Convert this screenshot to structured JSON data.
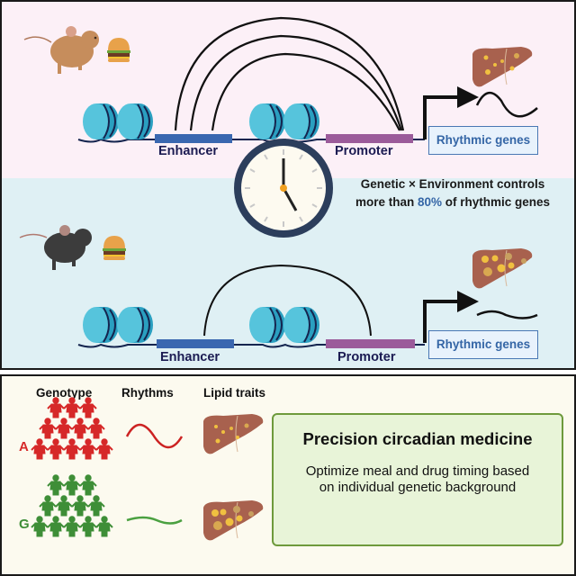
{
  "colors": {
    "top_panel_bg": "#fcf0f7",
    "middle_panel_bg": "#dff0f4",
    "bottom_panel_bg": "#fcfaef",
    "enhancer": "#3a67b0",
    "promoter": "#9b5b9a",
    "nucleosome": "#4ec0d8",
    "highlight_blue": "#3566a6",
    "genotype_A": "#d62828",
    "genotype_G": "#3e8e37",
    "box_green": "#e8f4d8"
  },
  "condition_1": {
    "mouse": "brown-mouse-icon",
    "food": "hamburger-icon",
    "enhancer_label": "Enhancer",
    "promoter_label": "Promoter",
    "output_label": "Rhythmic genes",
    "loops": 3,
    "rhythm": "high-amplitude",
    "liver": "liver-small-droplets-icon"
  },
  "condition_2": {
    "mouse": "black-mouse-icon",
    "food": "hamburger-icon",
    "enhancer_label": "Enhancer",
    "promoter_label": "Promoter",
    "output_label": "Rhythmic genes",
    "loops": 1,
    "rhythm": "low-amplitude",
    "liver": "liver-large-droplets-icon"
  },
  "clock": {
    "icon": "clock-icon",
    "time_shown": "5:00"
  },
  "claim": {
    "line1": "Genetic × Environment controls",
    "line2_prefix": "more than ",
    "line2_highlight": "80%",
    "line2_suffix": " of rhythmic genes"
  },
  "bottom": {
    "headers": [
      "Genotype",
      "Rhythms",
      "Lipid traits"
    ],
    "rows": [
      {
        "genotype": "A",
        "people_icon": "people-group-icon",
        "rhythm": "high-amplitude",
        "liver": "liver-small-droplets-icon"
      },
      {
        "genotype": "G",
        "people_icon": "people-group-icon",
        "rhythm": "low-amplitude",
        "liver": "liver-large-droplets-icon"
      }
    ],
    "box": {
      "title": "Precision circadian medicine",
      "body_line1": "Optimize meal and drug timing based",
      "body_line2": "on individual genetic background"
    }
  }
}
